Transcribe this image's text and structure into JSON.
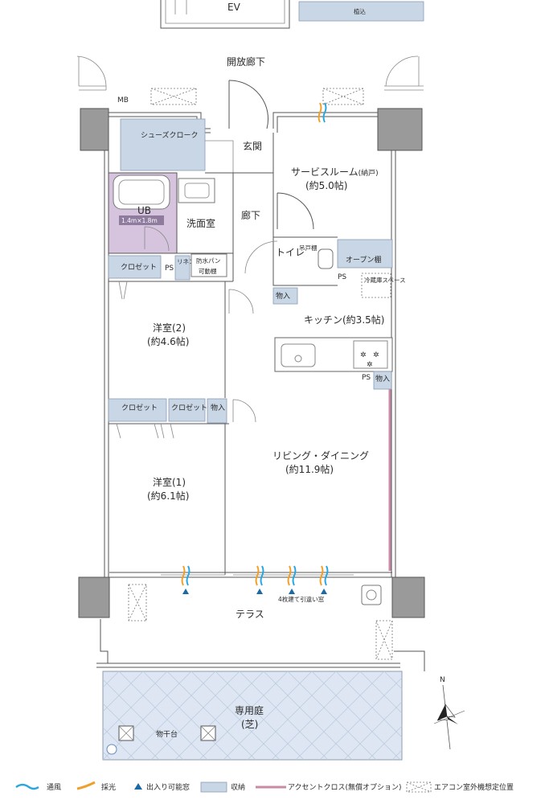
{
  "labels": {
    "ev": "EV",
    "planting": "植込",
    "corridor": "開放廊下",
    "mb": "MB",
    "shoes_cloak": "シューズクローク",
    "entrance": "玄関",
    "service_room": "サービスルーム",
    "service_room_note": "(納戸)",
    "service_room_size": "(約5.0帖)",
    "ub": "UB",
    "ub_size": "1.4m×1.8m",
    "washroom": "洗面室",
    "hallway": "廊下",
    "toilet": "トイレ",
    "hanging_shelf": "吊戸棚",
    "open_shelf": "オープン棚",
    "closet": "クロゼット",
    "ps": "PS",
    "linen": "リネン庫",
    "waterproof_pan": "防水パン",
    "movable_shelf": "可動棚",
    "fridge_space": "冷蔵庫スペース",
    "storage": "物入",
    "kitchen": "キッチン(約3.5帖)",
    "western2": "洋室(2)",
    "western2_size": "(約4.6帖)",
    "living_dining": "リビング・ダイニング",
    "living_dining_size": "(約11.9帖)",
    "western1": "洋室(1)",
    "western1_size": "(約6.1帖)",
    "sliding_window": "4枚建て引違い窓",
    "terrace": "テラス",
    "garden": "専用庭",
    "garden_note": "(芝)",
    "drying_stand": "物干台",
    "compass_n": "N"
  },
  "legend": [
    {
      "symbol": "wind",
      "label": "通風",
      "color": "#2aa6dc"
    },
    {
      "symbol": "light",
      "label": "採光",
      "color": "#f0a02a"
    },
    {
      "symbol": "door-triangle",
      "label": "出入り可能窓",
      "color": "#1a6aa8"
    },
    {
      "symbol": "storage",
      "label": "収納",
      "color": "#c9d6e5"
    },
    {
      "symbol": "accent",
      "label": "アクセントクロス(無償オプション)",
      "color": "#c98aa6"
    },
    {
      "symbol": "ac",
      "label": "エアコン室外機想定位置",
      "color": "#777777"
    }
  ]
}
